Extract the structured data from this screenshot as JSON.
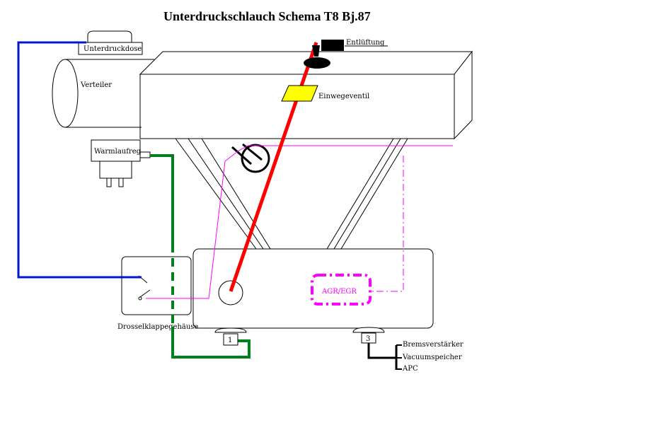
{
  "title": "Unterdruckschlauch Schema T8 Bj.87",
  "labels": {
    "unterdruckdose": "Unterdruckdose",
    "entlueftung": "Entlüftung",
    "verteiler": "Verteiler",
    "einwegeventil": "Einwegeventil",
    "warmlaufreg": "Warmlaufreg",
    "agr": "AGR/EGR",
    "drosselklappe": "Drosselklappegehäuse",
    "port1": "1",
    "port3": "3",
    "bremsverstaerker": "Bremsverstärker",
    "vacuumspeicher": "Vacuumspeicher",
    "apc": "APC"
  },
  "colors": {
    "blue_hose": "#0018c8",
    "green_hose": "#00801a",
    "red_hose": "#ff0000",
    "magenta_hose": "#ff00ff",
    "valve": "#ffff00"
  }
}
